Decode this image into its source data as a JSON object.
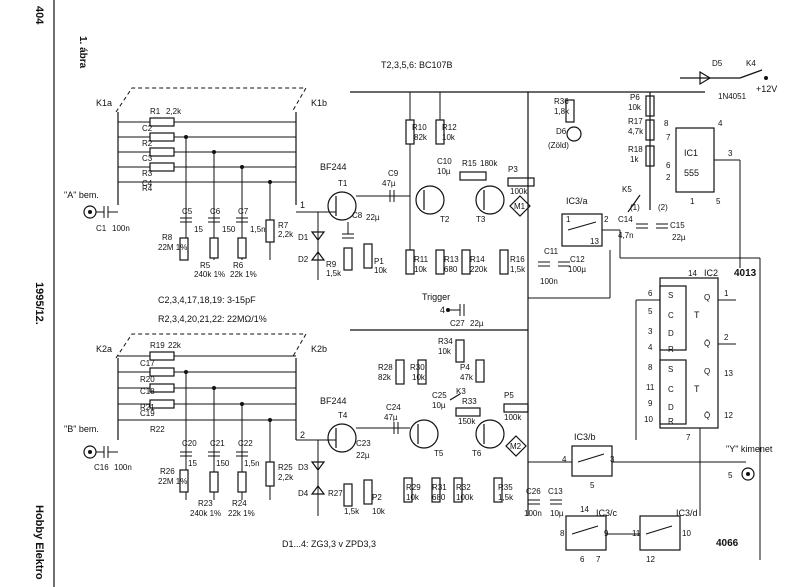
{
  "margin": {
    "page_number": "404",
    "issue": "1995/12.",
    "magazine": "Hobby Elektro"
  },
  "figure_title": "1. ábra",
  "transistor_note": "T2,3,5,6: BC107B",
  "capacitor_note": "C2,3,4,17,18,19: 3-15pF",
  "resistor_note": "R2,3,4,20,21,22: 22MΩ/1%",
  "diode_note": "D1...4: ZG3,3 v ZPD3,3",
  "supply_label": "+12V",
  "output_label": "\"Y\" kimenet",
  "trigger_label": "Trigger",
  "inputs": {
    "a": "\"A\" bem.",
    "b": "\"B\" bem."
  },
  "switches": {
    "k1a": "K1a",
    "k1b": "K1b",
    "k2a": "K2a",
    "k2b": "K2b",
    "k3": "K3",
    "k4": "K4",
    "k5": "K5"
  },
  "ics": {
    "ic1_name": "IC1",
    "ic1_part": "555",
    "ic2_name": "IC2",
    "ic2_part": "4013",
    "ic3a": "IC3/a",
    "ic3b": "IC3/b",
    "ic3c": "IC3/c",
    "ic3d": "IC3/d",
    "ic3_part": "4066"
  },
  "top_components": [
    {
      "ref": "R1",
      "value": "2,2k"
    },
    {
      "ref": "C2",
      "value": ""
    },
    {
      "ref": "R2",
      "value": ""
    },
    {
      "ref": "C3",
      "value": ""
    },
    {
      "ref": "R3",
      "value": ""
    },
    {
      "ref": "C4",
      "value": ""
    },
    {
      "ref": "R4",
      "value": ""
    },
    {
      "ref": "C1",
      "value": "100n"
    },
    {
      "ref": "C5",
      "value": "15"
    },
    {
      "ref": "C6",
      "value": "150"
    },
    {
      "ref": "C7",
      "value": "1,5n"
    },
    {
      "ref": "R5",
      "value": "240k 1%"
    },
    {
      "ref": "R6",
      "value": "22k 1%"
    },
    {
      "ref": "R7",
      "value": "2,2k"
    },
    {
      "ref": "R8",
      "value": "22M 1%"
    },
    {
      "ref": "D1",
      "value": ""
    },
    {
      "ref": "D2",
      "value": ""
    },
    {
      "ref": "T1",
      "value": "BF244"
    },
    {
      "ref": "C8",
      "value": "22µ"
    },
    {
      "ref": "C9",
      "value": "47µ"
    },
    {
      "ref": "R9",
      "value": "1,5k"
    },
    {
      "ref": "P1",
      "value": "10k"
    },
    {
      "ref": "R10",
      "value": "82k"
    },
    {
      "ref": "R11",
      "value": "10k"
    },
    {
      "ref": "R12",
      "value": "10k"
    },
    {
      "ref": "C10",
      "value": "10µ"
    },
    {
      "ref": "R13",
      "value": "680"
    },
    {
      "ref": "R14",
      "value": "220k"
    },
    {
      "ref": "R15",
      "value": "180k"
    },
    {
      "ref": "P3",
      "value": "100k"
    },
    {
      "ref": "R16",
      "value": "1,5k"
    },
    {
      "ref": "T2",
      "value": ""
    },
    {
      "ref": "T3",
      "value": ""
    },
    {
      "ref": "M1",
      "value": ""
    },
    {
      "ref": "R36",
      "value": "1,8k"
    },
    {
      "ref": "D6",
      "value": "(Zöld)"
    },
    {
      "ref": "D5",
      "value": "1N4051"
    },
    {
      "ref": "P6",
      "value": "10k"
    },
    {
      "ref": "R17",
      "value": "4,7k"
    },
    {
      "ref": "R18",
      "value": "1k"
    },
    {
      "ref": "C14",
      "value": "4,7n"
    },
    {
      "ref": "C15",
      "value": "22µ"
    },
    {
      "ref": "C11",
      "value": "100n"
    },
    {
      "ref": "C12",
      "value": "100µ"
    },
    {
      "ref": "C27",
      "value": "22µ"
    }
  ],
  "bottom_components": [
    {
      "ref": "R19",
      "value": "22k"
    },
    {
      "ref": "C17",
      "value": ""
    },
    {
      "ref": "R20",
      "value": ""
    },
    {
      "ref": "C18",
      "value": ""
    },
    {
      "ref": "R21",
      "value": ""
    },
    {
      "ref": "C19",
      "value": ""
    },
    {
      "ref": "R22",
      "value": ""
    },
    {
      "ref": "C16",
      "value": "100n"
    },
    {
      "ref": "C20",
      "value": "15"
    },
    {
      "ref": "C21",
      "value": "150"
    },
    {
      "ref": "C22",
      "value": "1,5n"
    },
    {
      "ref": "R23",
      "value": "240k 1%"
    },
    {
      "ref": "R24",
      "value": "22k 1%"
    },
    {
      "ref": "R25",
      "value": "2,2k"
    },
    {
      "ref": "R26",
      "value": "22M 1%"
    },
    {
      "ref": "D3",
      "value": ""
    },
    {
      "ref": "D4",
      "value": ""
    },
    {
      "ref": "T4",
      "value": "BF244"
    },
    {
      "ref": "C23",
      "value": "22µ"
    },
    {
      "ref": "C24",
      "value": "47µ"
    },
    {
      "ref": "R27",
      "value": "1,5k"
    },
    {
      "ref": "P2",
      "value": "10k"
    },
    {
      "ref": "R28",
      "value": "82k"
    },
    {
      "ref": "R30",
      "value": "10k"
    },
    {
      "ref": "R34",
      "value": "10k"
    },
    {
      "ref": "P4",
      "value": "47k"
    },
    {
      "ref": "C25",
      "value": "10µ"
    },
    {
      "ref": "R33",
      "value": "150k"
    },
    {
      "ref": "P5",
      "value": "100k"
    },
    {
      "ref": "R29",
      "value": "10k"
    },
    {
      "ref": "R31",
      "value": "680"
    },
    {
      "ref": "R32",
      "value": "100k"
    },
    {
      "ref": "R35",
      "value": "1,5k"
    },
    {
      "ref": "T5",
      "value": ""
    },
    {
      "ref": "T6",
      "value": ""
    },
    {
      "ref": "M2",
      "value": ""
    },
    {
      "ref": "C26",
      "value": "100n"
    },
    {
      "ref": "C13",
      "value": "10µ"
    }
  ],
  "ic2_pins": {
    "left": [
      "6",
      "5",
      "3",
      "4",
      "8",
      "11",
      "9",
      "10"
    ],
    "right": [
      "1",
      "2",
      "13",
      "12"
    ],
    "top": "14",
    "bottom": "7",
    "cells": [
      "S",
      "C",
      "D",
      "R",
      "S",
      "C",
      "D",
      "R"
    ],
    "t": "T",
    "outs": [
      "Q",
      "Q̄",
      "Q",
      "Q̄"
    ]
  },
  "ic1_pins": [
    "8",
    "4",
    "7",
    "3",
    "6",
    "2",
    "1",
    "5"
  ],
  "ic3_pins": {
    "a": [
      "1",
      "2",
      "13"
    ],
    "b": [
      "4",
      "3",
      "5"
    ],
    "c": [
      "8",
      "14",
      "9",
      "6",
      "7"
    ],
    "d": [
      "11",
      "10",
      "12"
    ]
  },
  "misc": {
    "pin1": "1",
    "pin2": "2",
    "trig_pin": "4",
    "y_pin": "5",
    "k5_1": "(1)",
    "k5_2": "(2)"
  }
}
